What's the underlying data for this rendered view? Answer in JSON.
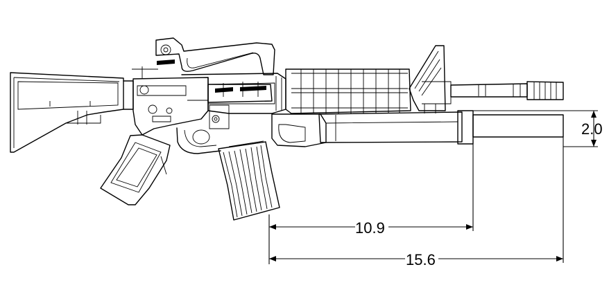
{
  "dimensions": {
    "height_label": "2.0",
    "short_length_label": "10.9",
    "long_length_label": "15.6"
  }
}
